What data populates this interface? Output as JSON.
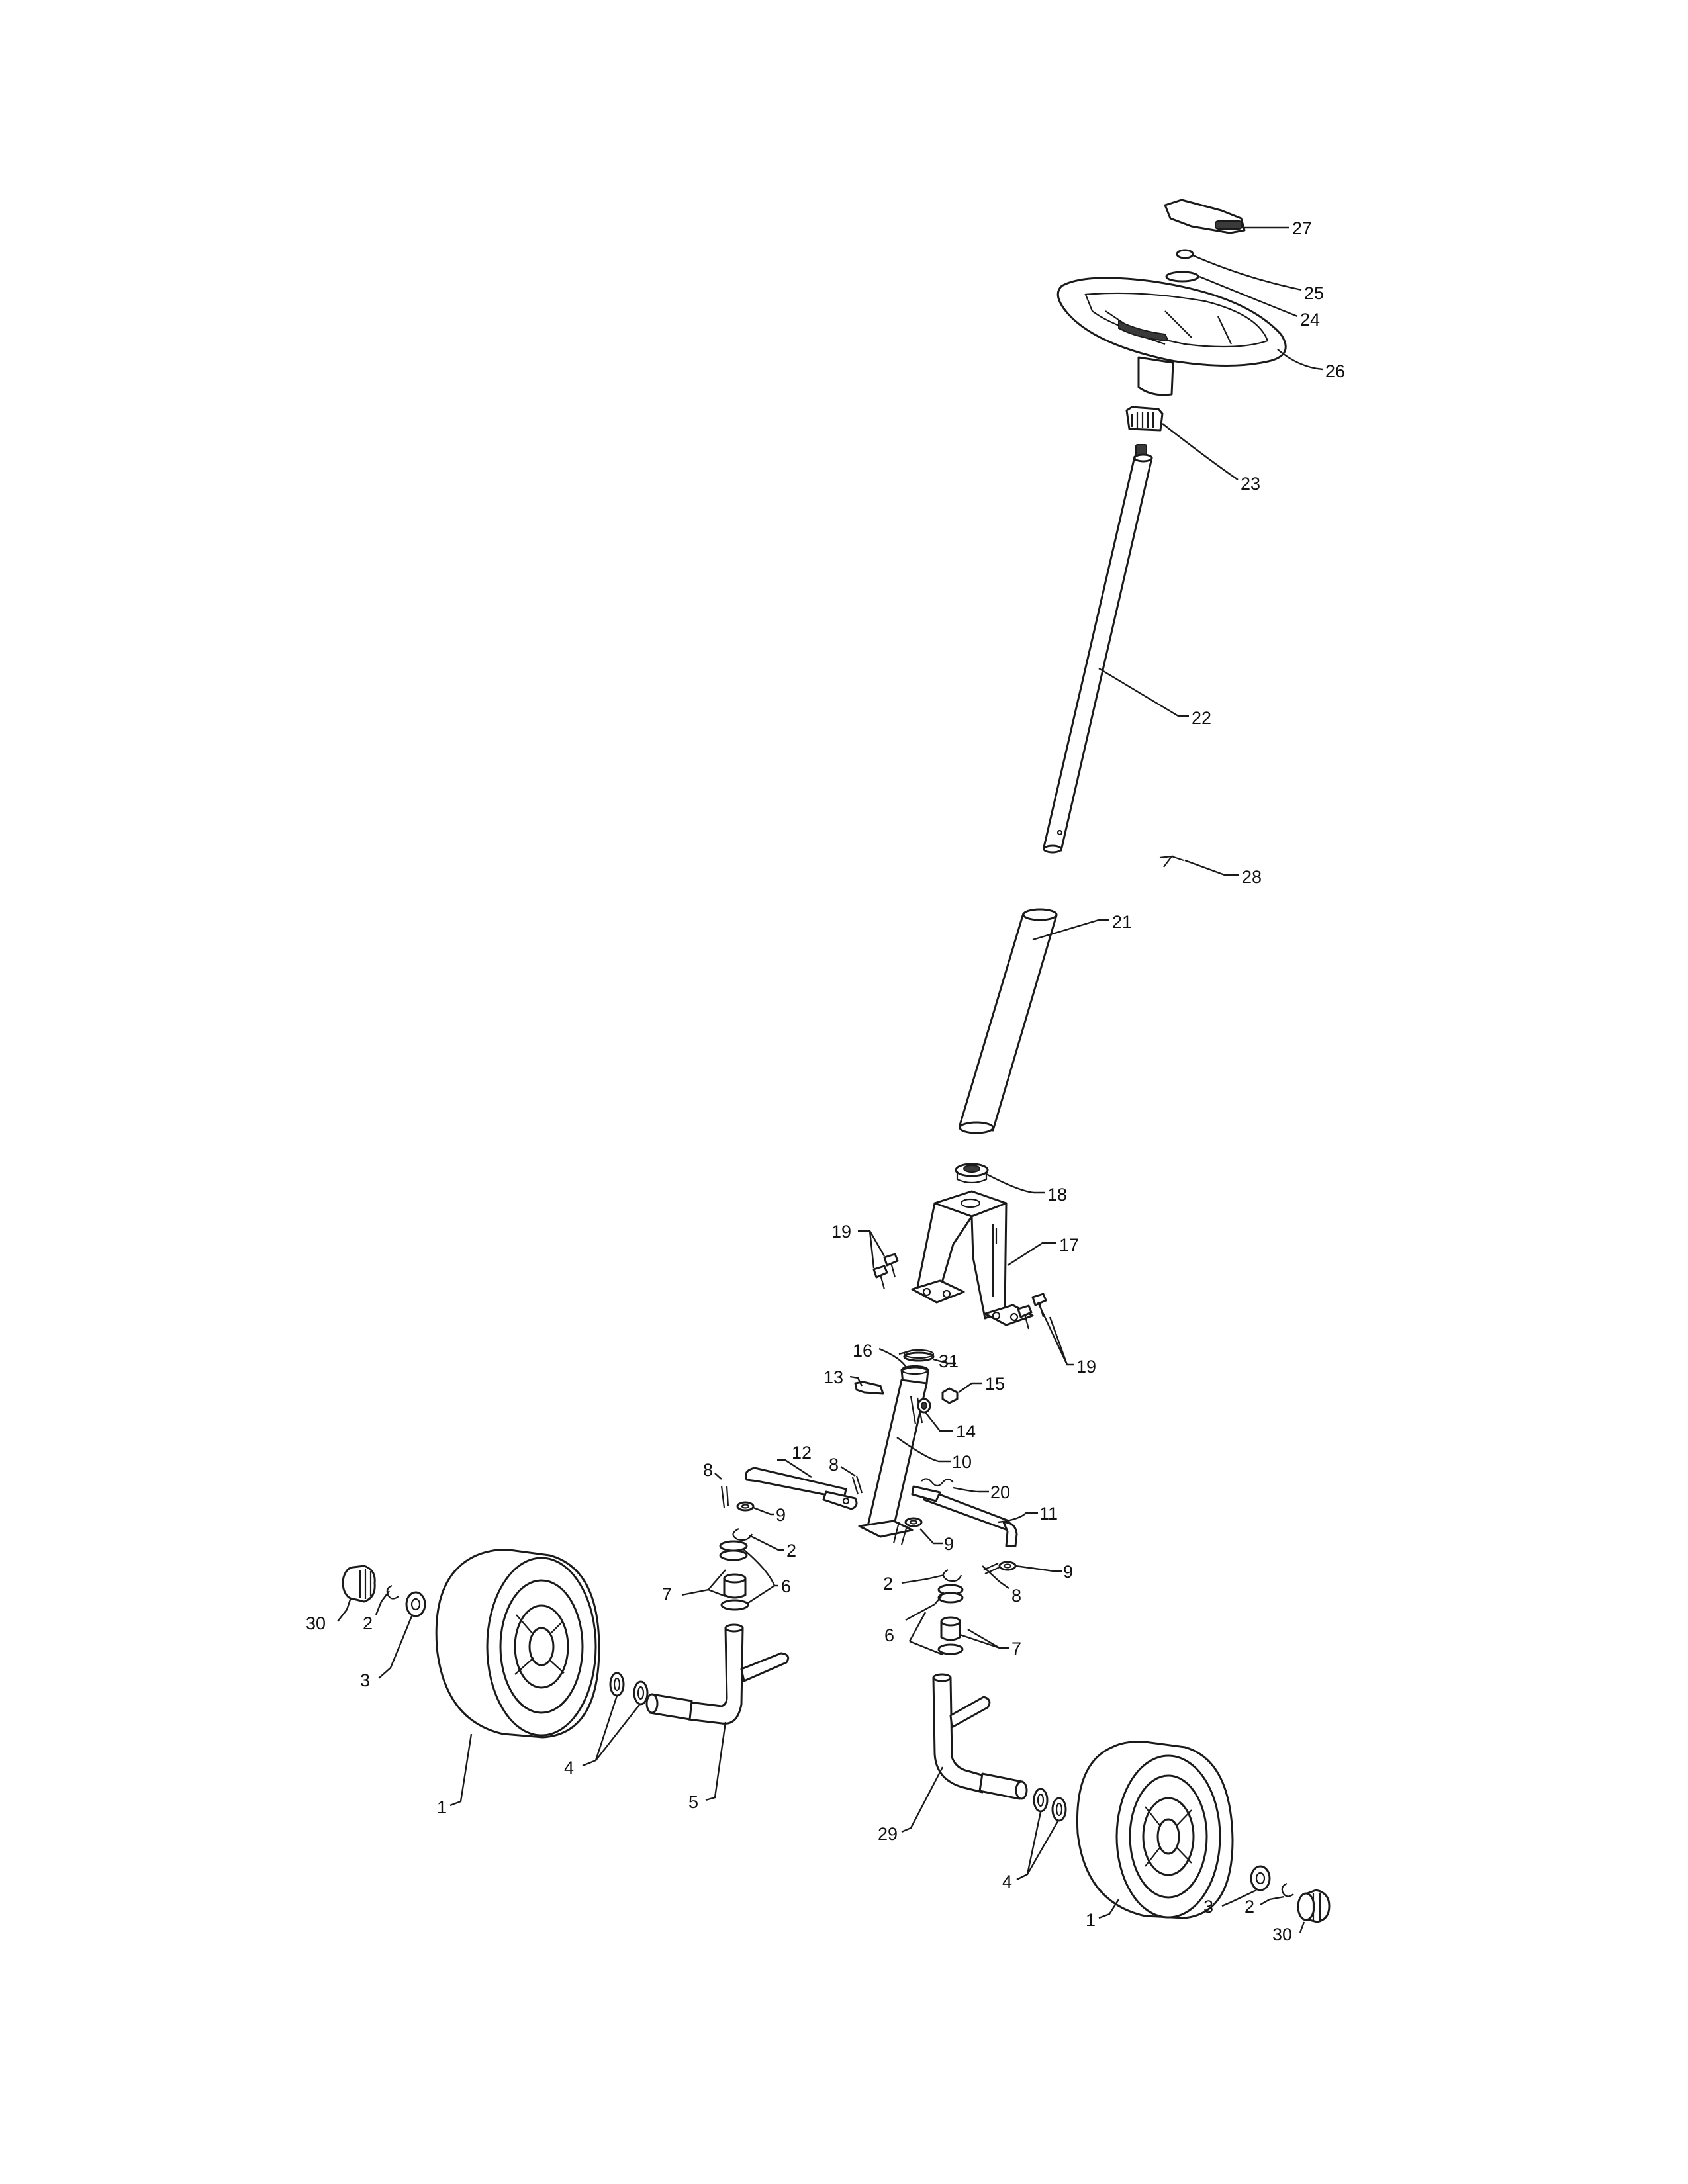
{
  "callouts": [
    {
      "id": "c27",
      "text": "27"
    },
    {
      "id": "c25",
      "text": "25"
    },
    {
      "id": "c24",
      "text": "24"
    },
    {
      "id": "c26",
      "text": "26"
    },
    {
      "id": "c23",
      "text": "23"
    },
    {
      "id": "c22",
      "text": "22"
    },
    {
      "id": "c28",
      "text": "28"
    },
    {
      "id": "c21",
      "text": "21"
    },
    {
      "id": "c18",
      "text": "18"
    },
    {
      "id": "c19a",
      "text": "19"
    },
    {
      "id": "c17",
      "text": "17"
    },
    {
      "id": "c19b",
      "text": "19"
    },
    {
      "id": "c16",
      "text": "16"
    },
    {
      "id": "c31",
      "text": "31"
    },
    {
      "id": "c13",
      "text": "13"
    },
    {
      "id": "c15",
      "text": "15"
    },
    {
      "id": "c14",
      "text": "14"
    },
    {
      "id": "c12",
      "text": "12"
    },
    {
      "id": "c8a",
      "text": "8"
    },
    {
      "id": "c8b",
      "text": "8"
    },
    {
      "id": "c10",
      "text": "10"
    },
    {
      "id": "c20",
      "text": "20"
    },
    {
      "id": "c9a",
      "text": "9"
    },
    {
      "id": "c11",
      "text": "11"
    },
    {
      "id": "c9b",
      "text": "9"
    },
    {
      "id": "c2a",
      "text": "2"
    },
    {
      "id": "c7a",
      "text": "7"
    },
    {
      "id": "c6a",
      "text": "6"
    },
    {
      "id": "c2b",
      "text": "2"
    },
    {
      "id": "c9c",
      "text": "9"
    },
    {
      "id": "c8c",
      "text": "8"
    },
    {
      "id": "c30a",
      "text": "30"
    },
    {
      "id": "c2c",
      "text": "2"
    },
    {
      "id": "c3a",
      "text": "3"
    },
    {
      "id": "c6b",
      "text": "6"
    },
    {
      "id": "c7b",
      "text": "7"
    },
    {
      "id": "c4a",
      "text": "4"
    },
    {
      "id": "c5",
      "text": "5"
    },
    {
      "id": "c1a",
      "text": "1"
    },
    {
      "id": "c29",
      "text": "29"
    },
    {
      "id": "c4b",
      "text": "4"
    },
    {
      "id": "c3b",
      "text": "3"
    },
    {
      "id": "c2d",
      "text": "2"
    },
    {
      "id": "c30b",
      "text": "30"
    },
    {
      "id": "c1b",
      "text": "1"
    }
  ]
}
